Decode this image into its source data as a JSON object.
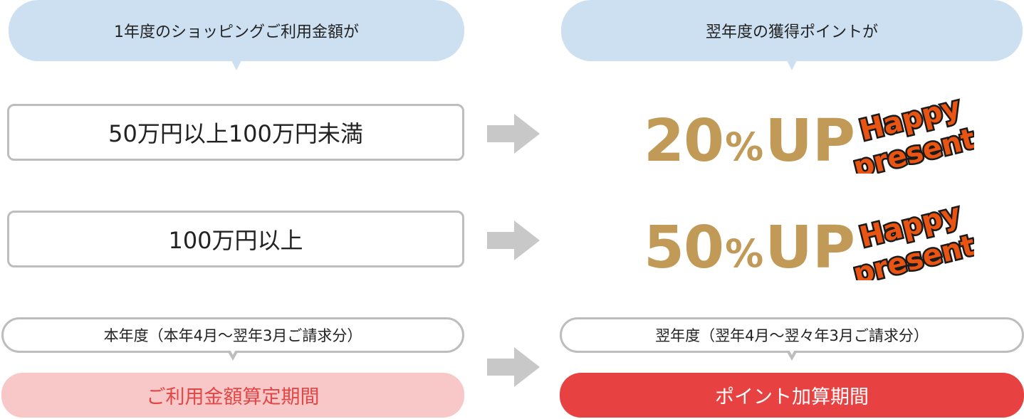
{
  "headers": {
    "left": "1年度のショッピングご利用金額が",
    "right": "翌年度の獲得ポイントが"
  },
  "tiers": [
    {
      "condition": "50万円以上100万円未満",
      "percent": "20",
      "pct_sign": "%",
      "up": "UP",
      "badge_line1": "Happy",
      "badge_line2": "present"
    },
    {
      "condition": "100万円以上",
      "percent": "50",
      "pct_sign": "%",
      "up": "UP",
      "badge_line1": "Happy",
      "badge_line2": "present"
    }
  ],
  "periods": {
    "left_range": "本年度（本年4月～翌年3月ご請求分）",
    "left_label": "ご利用金額算定期間",
    "right_range": "翌年度（翌年4月～翌々年3月ご請求分）",
    "right_label": "ポイント加算期間"
  },
  "colors": {
    "header_bubble": "#cde0f1",
    "up_text": "#c19a57",
    "arrow": "#c8c8c8",
    "pill_pink_bg": "#f8c8c8",
    "pill_pink_text": "#e24646",
    "pill_red_bg": "#e84142",
    "badge_fill": "#ea5413"
  },
  "icons": {
    "arrow": "right-arrow-icon",
    "badge": "happy-present-logo"
  }
}
